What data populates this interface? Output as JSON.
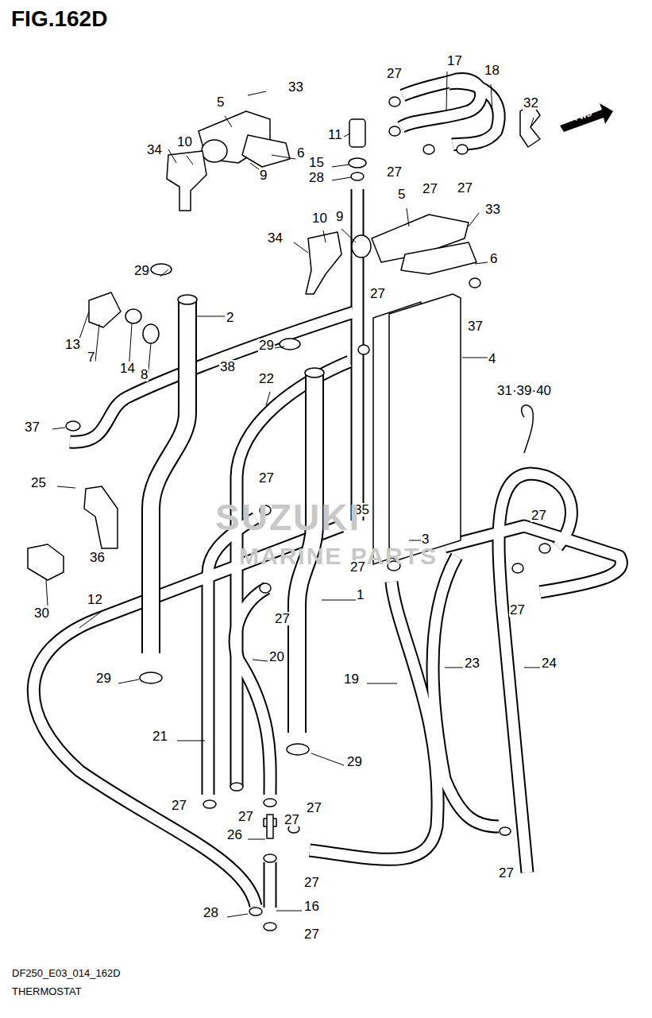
{
  "diagram": {
    "title": "FIG.162D",
    "labels": [
      "27",
      "17",
      "18",
      "33",
      "5",
      "32",
      "FWD",
      "10",
      "11",
      "6",
      "15",
      "27",
      "34",
      "9",
      "28",
      "27",
      "27",
      "5",
      "33",
      "10",
      "9",
      "34",
      "6",
      "29",
      "27",
      "37",
      "2",
      "13",
      "7",
      "14",
      "8",
      "29",
      "4",
      "38",
      "22",
      "31·39·40",
      "37",
      "25",
      "27",
      "35",
      "3",
      "27",
      "36",
      "SUZUKI",
      "MARINE PARTS",
      "27",
      "27",
      "30",
      "12",
      "1",
      "27",
      "20",
      "23",
      "24",
      "19",
      "29",
      "21",
      "29",
      "27",
      "27",
      "27",
      "27",
      "26",
      "27",
      "27",
      "16",
      "28",
      "27",
      "DF250_E03_014_162D",
      "THERMOSTAT"
    ]
  }
}
